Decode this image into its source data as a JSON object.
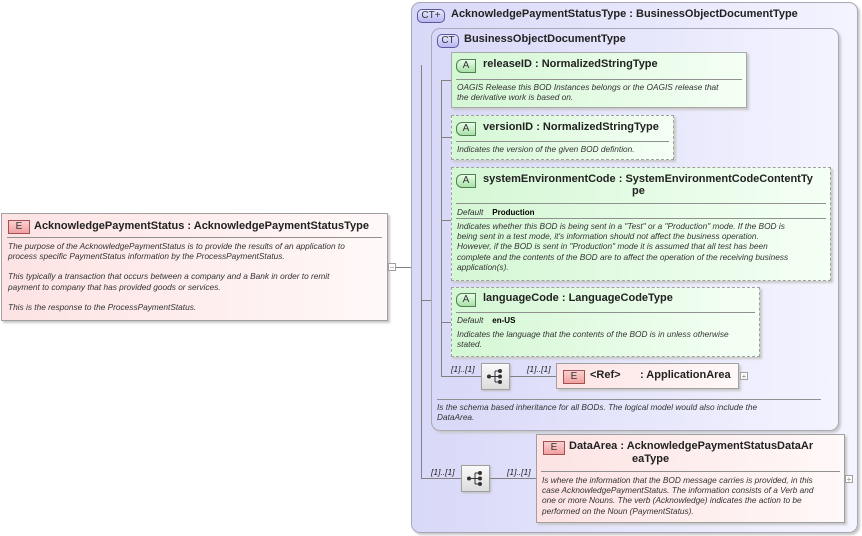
{
  "root_element": {
    "badge": "E",
    "name": "AcknowledgePaymentStatus",
    "type": "AcknowledgePaymentStatusType",
    "description_lines": [
      "The purpose of the AcknowledgePaymentStatus is to provide the results of an application to",
      "process specific PaymentStatus information by the ProcessPaymentStatus.",
      "This typically a transaction that occurs between a company and a Bank in order to remit",
      "payment to company that has provided goods or services.",
      "This is the response to the ProcessPaymentStatus."
    ],
    "collapse_symbol": "−"
  },
  "outer_type": {
    "badge": "CT+",
    "name": "AcknowledgePaymentStatusType",
    "base": "BusinessObjectDocumentType"
  },
  "inner_type": {
    "badge": "CT",
    "name": "BusinessObjectDocumentType",
    "description_lines": [
      "Is the schema based inheritance for all BODs. The logical model would also include the",
      "DataArea."
    ]
  },
  "attributes": [
    {
      "badge": "A",
      "name": "releaseID",
      "type": "NormalizedStringType",
      "description_lines": [
        "OAGIS Release this BOD Instances belongs or the OAGIS release that",
        "the derivative work is based on."
      ]
    },
    {
      "badge": "A",
      "name": "versionID",
      "type": "NormalizedStringType",
      "description_lines": [
        "Indicates the version of the given BOD defintion."
      ]
    },
    {
      "badge": "A",
      "name": "systemEnvironmentCode",
      "type": "SystemEnvironmentCodeContentTy",
      "type_cont": "pe",
      "default_label": "Default",
      "default_value": "Production",
      "description_lines": [
        "Indicates whether this BOD is being sent in a \"Test\" or a \"Production\" mode. If the BOD is",
        "being sent in a test mode, it's information should not affect the business operation.",
        "However, if the BOD is sent in \"Production\" mode it is assumed that all test has been",
        "complete and the contents of the BOD are to affect the operation of the receiving business",
        "application(s)."
      ]
    },
    {
      "badge": "A",
      "name": "languageCode",
      "type": "LanguageCodeType",
      "default_label": "Default",
      "default_value": "en-US",
      "description_lines": [
        "Indicates the language that the contents of the BOD is in unless otherwise",
        "stated."
      ]
    }
  ],
  "application_area": {
    "badge": "E",
    "name": "<Ref>",
    "type": ": ApplicationArea",
    "multiplicity_left": "[1]..[1]",
    "multiplicity_right": "[1]..[1]",
    "expand_symbol": "+"
  },
  "data_area": {
    "badge": "E",
    "name": "DataArea",
    "type": "AcknowledgePaymentStatusDataAr",
    "type_cont": "eaType",
    "multiplicity_left": "[1]..[1]",
    "multiplicity_right": "[1]..[1]",
    "expand_symbol": "+",
    "description_lines": [
      "Is where the information that the BOD message carries is provided, in this",
      "case AcknowledgePaymentStatus. The information consists of a Verb and",
      "one or more Nouns. The verb (Acknowledge) indicates the action to be",
      "performed on the Noun (PaymentStatus)."
    ]
  },
  "colors": {
    "element": "#fde3e3",
    "attribute": "#d4f7d4",
    "complex_type": "#d8d8f8"
  }
}
